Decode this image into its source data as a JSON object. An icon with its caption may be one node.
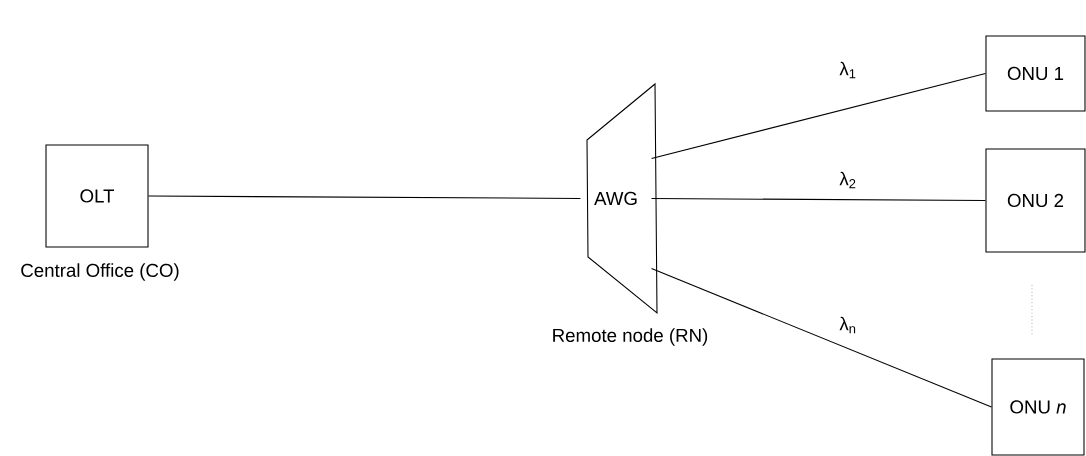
{
  "diagram": {
    "nodes": [
      {
        "text": [
          "OLT"
        ],
        "beside": [
          "Central Office (CO)"
        ]
      },
      {
        "text": [
          "AWG"
        ],
        "beside": [
          "Remote node (RN)"
        ]
      },
      {
        "text": [
          "ONU 1"
        ]
      },
      {
        "text": [
          "ONU 2"
        ]
      },
      {
        "text": [
          "ONU *n*"
        ]
      }
    ],
    "edges": [
      {
        "from": 0,
        "to": 1,
        "arrow": "none"
      },
      {
        "from": 1,
        "to": 2,
        "arrow": "none",
        "label": "λ$_{1}$"
      },
      {
        "from": 1,
        "to": 3,
        "arrow": "none",
        "label": "λ$_{2}$"
      },
      {
        "from": 1,
        "to": 4,
        "arrow": "none",
        "label": "λ$_{n}$"
      }
    ]
  }
}
